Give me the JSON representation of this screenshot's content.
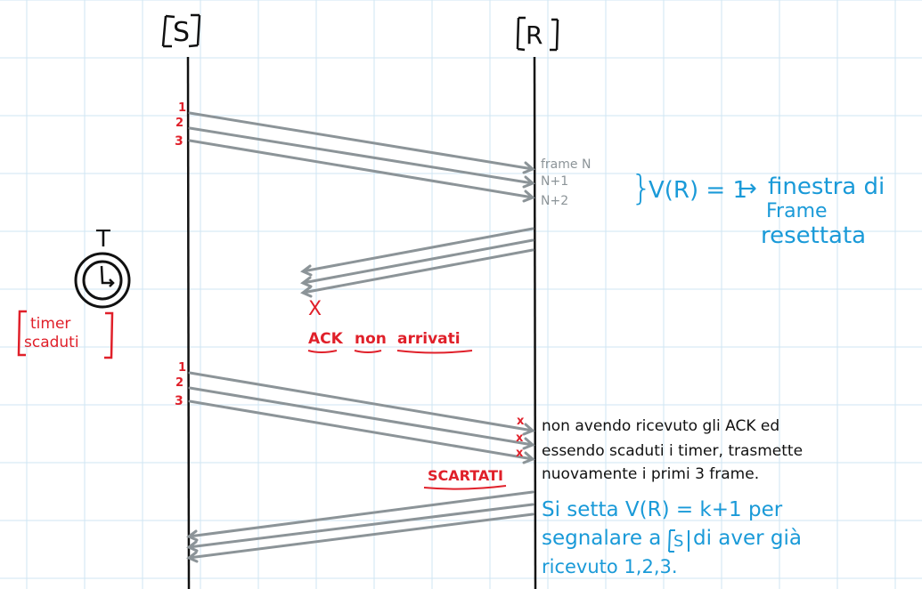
{
  "entities": {
    "sender": "S",
    "receiver": "R"
  },
  "first_send": {
    "numbers": [
      "1",
      "2",
      "3"
    ],
    "frame_labels": [
      "frame N",
      "N+1",
      "N+2"
    ],
    "window_note": {
      "brace": "}",
      "equation": "V(R) = 1",
      "arrow": "→",
      "line1": "finestra di",
      "line2": "Frame",
      "line3": "resettata"
    }
  },
  "timer": {
    "symbol": "T",
    "label_line1": "timer",
    "label_line2": "scaduti"
  },
  "ack_lost": {
    "cross": "X",
    "words": [
      "ACK",
      "non",
      "arrivati"
    ]
  },
  "retransmit": {
    "numbers": [
      "1",
      "2",
      "3"
    ],
    "discard_marks": [
      "x",
      "x",
      "x"
    ],
    "discarded_label": "SCARTATI",
    "note_lines": [
      "non avendo ricevuto gli ACK ed",
      "essendo scaduti i timer, trasmette",
      "nuovamente i primi 3 frame."
    ]
  },
  "final_note": {
    "line1": "Si setta V(R) = k+1 per",
    "line2_before": "segnalare a",
    "line2_entity": "S",
    "line2_after": "di aver già",
    "line3": "ricevuto 1,2,3."
  },
  "colors": {
    "grid": "#cfe6f3",
    "lifeline": "#111111",
    "message": "#8c9498",
    "red": "#e0202a",
    "blue": "#1a9ad8"
  }
}
